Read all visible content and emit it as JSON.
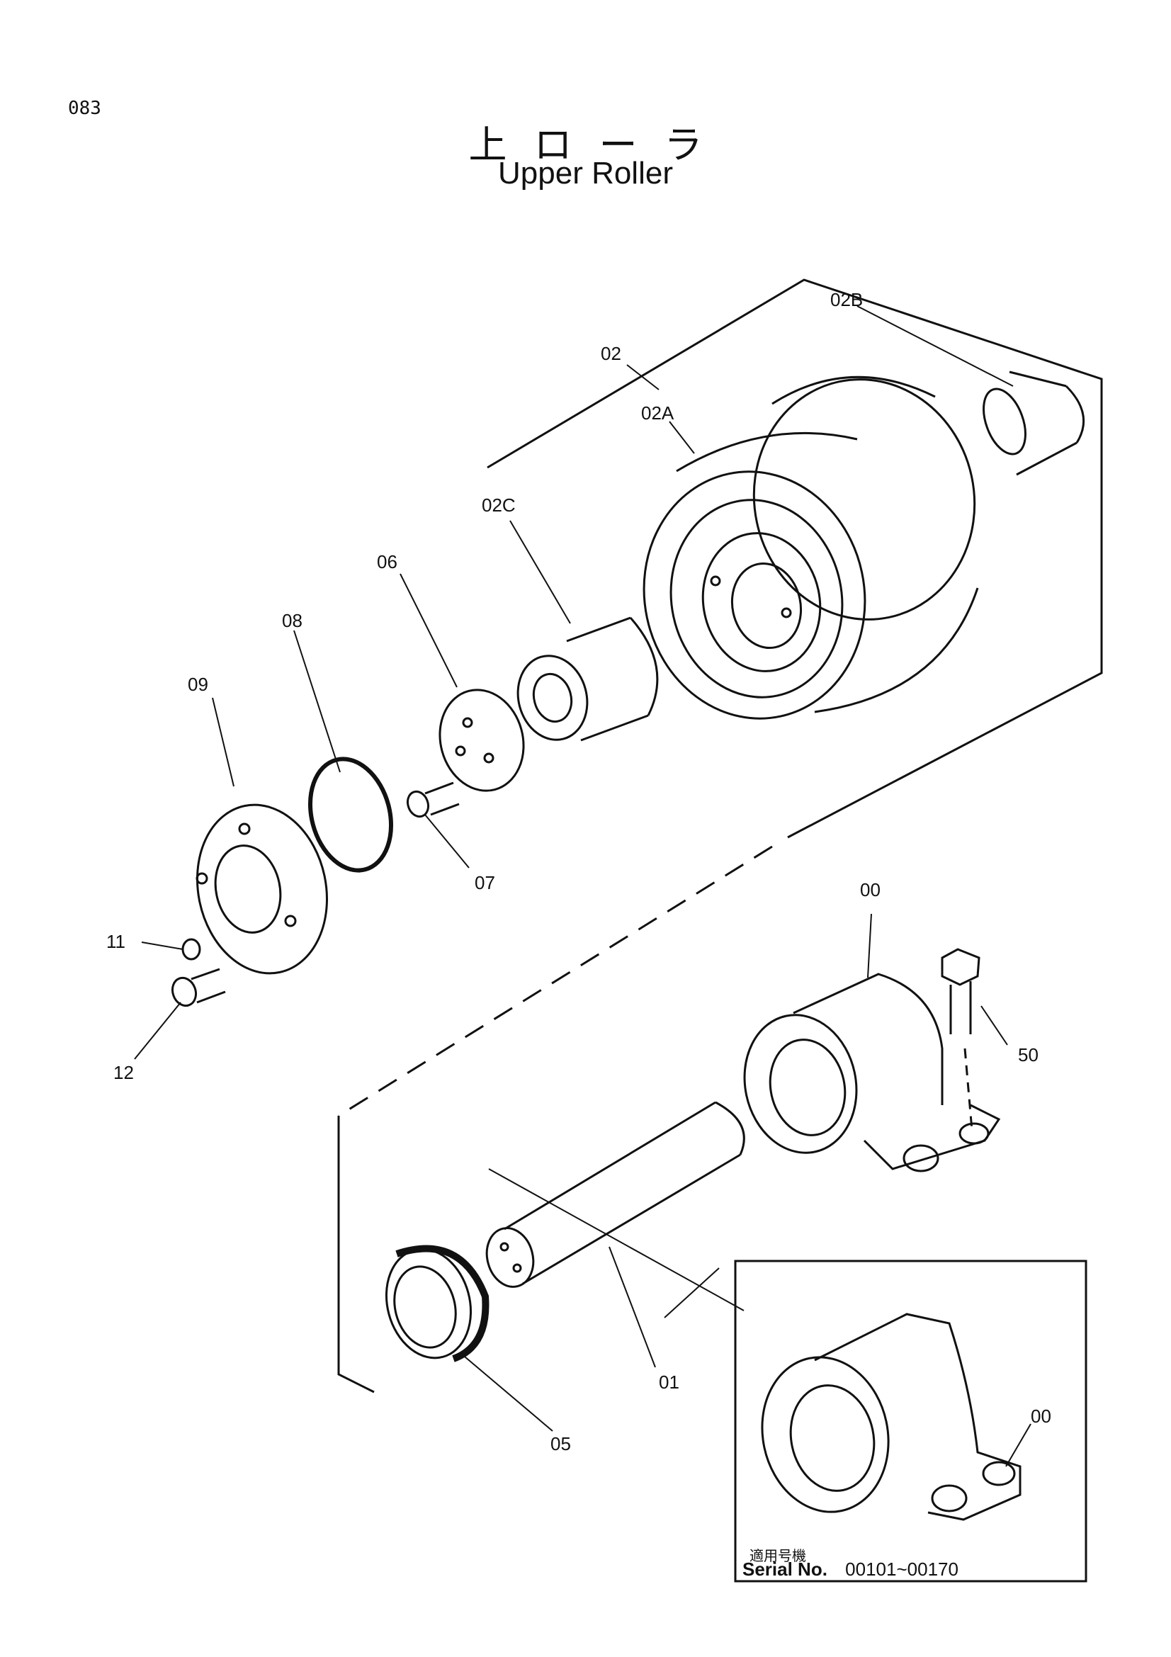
{
  "page": {
    "number": "083"
  },
  "title": {
    "japanese": "上ローラ",
    "english": "Upper Roller"
  },
  "parts": [
    {
      "id": "p00",
      "label": "00"
    },
    {
      "id": "p01",
      "label": "01"
    },
    {
      "id": "p02",
      "label": "02"
    },
    {
      "id": "p02A",
      "label": "02A"
    },
    {
      "id": "p02B",
      "label": "02B"
    },
    {
      "id": "p02C",
      "label": "02C"
    },
    {
      "id": "p05",
      "label": "05"
    },
    {
      "id": "p06",
      "label": "06"
    },
    {
      "id": "p07",
      "label": "07"
    },
    {
      "id": "p08",
      "label": "08"
    },
    {
      "id": "p09",
      "label": "09"
    },
    {
      "id": "p11",
      "label": "11"
    },
    {
      "id": "p12",
      "label": "12"
    },
    {
      "id": "p50",
      "label": "50"
    }
  ],
  "inset": {
    "part_label": "00",
    "applicable_jp": "適用号機",
    "serial_prefix": "Serial No.",
    "serial_range": "00101~00170"
  }
}
